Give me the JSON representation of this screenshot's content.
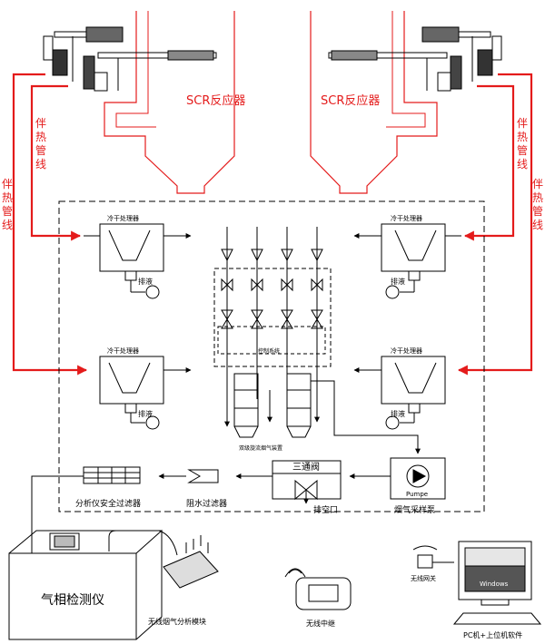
{
  "reactor": {
    "left_label": "SCR反应器",
    "right_label": "SCR反应器"
  },
  "heat_trace": {
    "inner_left": [
      "伴",
      "热",
      "管",
      "线"
    ],
    "outer_left": [
      "伴",
      "热",
      "管",
      "线"
    ],
    "inner_right": [
      "伴",
      "热",
      "管",
      "线"
    ],
    "outer_right": [
      "伴",
      "热",
      "管",
      "线"
    ]
  },
  "units": {
    "cooler_tl": "冷干处理器",
    "cooler_tr": "冷干处理器",
    "cooler_bl": "冷干处理器",
    "cooler_br": "冷干处理器",
    "drain_tl": "排液",
    "drain_tr": "排液",
    "drain_bl": "排液",
    "drain_br": "排液",
    "control": "控制系统",
    "cyclone": "双级旋流烟气装置",
    "three_way": "三通阀",
    "vent": "排空口",
    "pump_text": "Pumpe",
    "pump": "烟气采样泵",
    "water_filter": "阻水过滤器",
    "safety_filter": "分析仪安全过滤器",
    "gc": "气相检测仪",
    "wireless_module": "无线烟气分析模块",
    "relay": "无线中继",
    "gateway": "无线网关",
    "windows": "Windows",
    "pc": "PC机+上位机软件"
  },
  "colors": {
    "heat_line": "#e41b1b",
    "line": "#000000"
  }
}
